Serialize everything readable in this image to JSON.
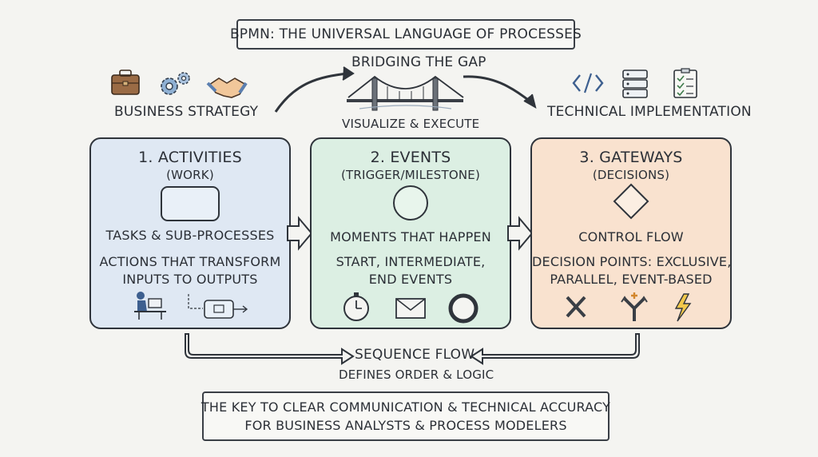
{
  "title": "BPMN: THE UNIVERSAL LANGUAGE OF PROCESSES",
  "bridge": {
    "top": "BRIDGING THE GAP",
    "bottom": "VISUALIZE & EXECUTE"
  },
  "left_label": "BUSINESS STRATEGY",
  "right_label": "TECHNICAL IMPLEMENTATION",
  "left_icons": [
    "briefcase-icon",
    "gears-icon",
    "handshake-icon"
  ],
  "right_icons": [
    "code-icon",
    "server-icon",
    "checklist-icon"
  ],
  "cards": [
    {
      "title": "1. ACTIVITIES",
      "subtitle": "(WORK)",
      "heading": "TASKS & SUB-PROCESSES",
      "desc1": "ACTIONS THAT TRANSFORM",
      "desc2": "INPUTS TO OUTPUTS",
      "color": "#dfe8f3",
      "icons": [
        "worker-at-desk-icon",
        "task-flow-icon"
      ]
    },
    {
      "title": "2. EVENTS",
      "subtitle": "(TRIGGER/MILESTONE)",
      "heading": "MOMENTS THAT HAPPEN",
      "desc1": "START, INTERMEDIATE,",
      "desc2": "END EVENTS",
      "color": "#dcefe3",
      "icons": [
        "stopwatch-icon",
        "envelope-icon",
        "end-event-icon"
      ]
    },
    {
      "title": "3. GATEWAYS",
      "subtitle": "(DECISIONS)",
      "heading": "CONTROL FLOW",
      "desc1": "DECISION POINTS: EXCLUSIVE,",
      "desc2": "PARALLEL, EVENT-BASED",
      "color": "#f9e2cf",
      "icons": [
        "exclusive-x-icon",
        "parallel-split-icon",
        "lightning-icon"
      ]
    }
  ],
  "sequence": {
    "label": "SEQUENCE FLOW",
    "sub": "DEFINES ORDER & LOGIC"
  },
  "footer": {
    "line1": "THE KEY TO CLEAR COMMUNICATION & TECHNICAL ACCURACY",
    "line2": "FOR BUSINESS ANALYSTS & PROCESS MODELERS"
  }
}
